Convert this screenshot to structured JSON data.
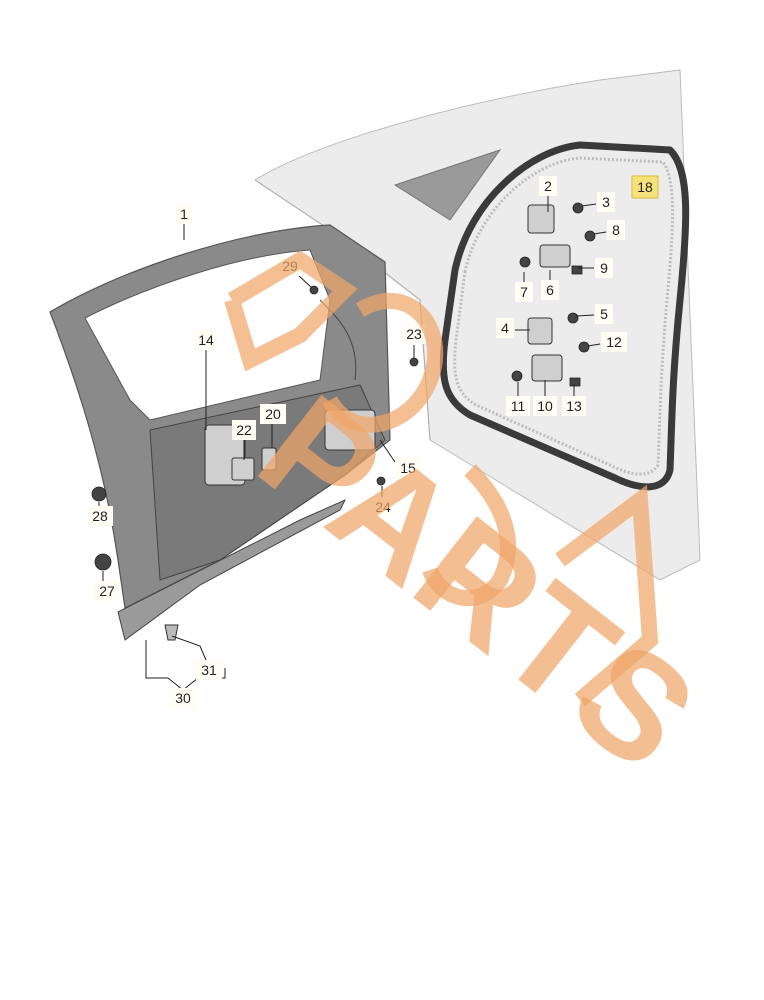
{
  "diagram": {
    "callouts": [
      {
        "id": "c1",
        "label": "1",
        "highlight": false
      },
      {
        "id": "c2",
        "label": "2",
        "highlight": false
      },
      {
        "id": "c3",
        "label": "3",
        "highlight": false
      },
      {
        "id": "c4",
        "label": "4",
        "highlight": false
      },
      {
        "id": "c5",
        "label": "5",
        "highlight": false
      },
      {
        "id": "c6",
        "label": "6",
        "highlight": false
      },
      {
        "id": "c7",
        "label": "7",
        "highlight": false
      },
      {
        "id": "c8",
        "label": "8",
        "highlight": false
      },
      {
        "id": "c9",
        "label": "9",
        "highlight": false
      },
      {
        "id": "c10",
        "label": "10",
        "highlight": false
      },
      {
        "id": "c11",
        "label": "11",
        "highlight": false
      },
      {
        "id": "c12",
        "label": "12",
        "highlight": false
      },
      {
        "id": "c13",
        "label": "13",
        "highlight": false
      },
      {
        "id": "c14",
        "label": "14",
        "highlight": false
      },
      {
        "id": "c15",
        "label": "15",
        "highlight": false
      },
      {
        "id": "c18",
        "label": "18",
        "highlight": true
      },
      {
        "id": "c20",
        "label": "20",
        "highlight": false
      },
      {
        "id": "c22",
        "label": "22",
        "highlight": false
      },
      {
        "id": "c23",
        "label": "23",
        "highlight": false
      },
      {
        "id": "c24",
        "label": "24",
        "highlight": false
      },
      {
        "id": "c27",
        "label": "27",
        "highlight": false
      },
      {
        "id": "c28",
        "label": "28",
        "highlight": false
      },
      {
        "id": "c29",
        "label": "29",
        "highlight": false
      },
      {
        "id": "c30",
        "label": "30",
        "highlight": false
      },
      {
        "id": "c31",
        "label": "31",
        "highlight": false
      }
    ],
    "highlight_color": "#f6e27a"
  },
  "watermark": {
    "text": "PARTS",
    "color": "#f0a66a"
  }
}
